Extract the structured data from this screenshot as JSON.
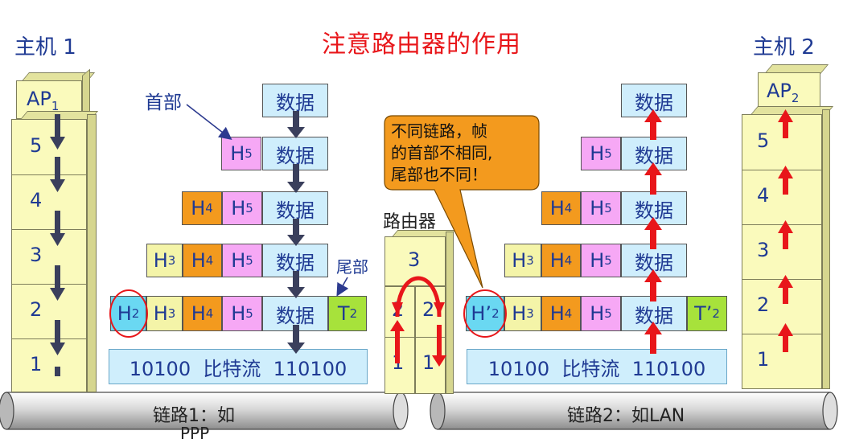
{
  "title": "注意路由器的作用",
  "host1": {
    "label": "主机 1",
    "ap": "AP",
    "ap_sub": "1",
    "layers": [
      "5",
      "4",
      "3",
      "2",
      "1"
    ]
  },
  "host2": {
    "label": "主机 2",
    "ap": "AP",
    "ap_sub": "2",
    "layers": [
      "5",
      "4",
      "3",
      "2",
      "1"
    ]
  },
  "router": {
    "label": "路由器",
    "top_layer": "3",
    "left_layers": [
      "2",
      "1"
    ],
    "right_layers": [
      "2",
      "1"
    ]
  },
  "annotations": {
    "header": "首部",
    "trailer": "尾部",
    "callout": [
      "不同链路，帧",
      "的首部不相同,",
      "尾部也不同！"
    ]
  },
  "left_stack": {
    "data": "数据",
    "h5": "H",
    "h5_sub": "5",
    "h4": "H",
    "h4_sub": "4",
    "h3": "H",
    "h3_sub": "3",
    "h2": "H",
    "h2_sub": "2",
    "t2": "T",
    "t2_sub": "2",
    "bits": "10100  比特流  110100"
  },
  "right_stack": {
    "data": "数据",
    "h5": "H",
    "h5_sub": "5",
    "h4": "H",
    "h4_sub": "4",
    "h3": "H",
    "h3_sub": "3",
    "h2": "H’",
    "h2_sub": "2",
    "t2": "T’",
    "t2_sub": "2",
    "bits": "10100  比特流  110100"
  },
  "links": {
    "link1": "链路1：如",
    "link1_line2": "PPP",
    "link2": "链路2：如LAN"
  },
  "colors": {
    "title": "#e8161a",
    "text": "#1f3a93",
    "arrow_down": "#3a3f5c",
    "arrow_up": "#e8161a",
    "callout": "#f39a1e"
  }
}
